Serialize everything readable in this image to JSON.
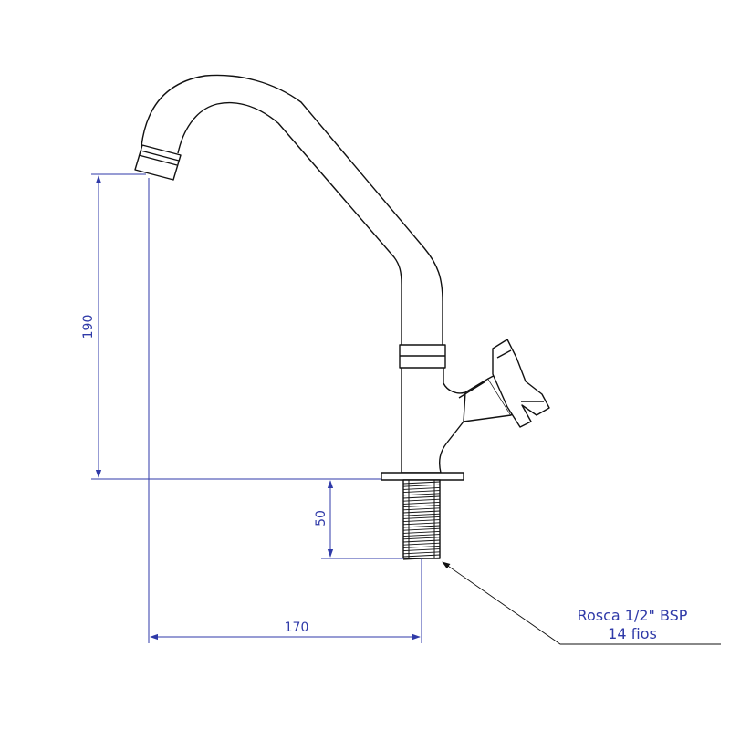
{
  "dimensions": {
    "height_spout": "190",
    "thread_length": "50",
    "reach": "170"
  },
  "callout": {
    "line1": "Rosca 1/2\" BSP",
    "line2": "14 fios"
  },
  "colors": {
    "outline": "#111111",
    "dimension": "#2f3aa8"
  }
}
